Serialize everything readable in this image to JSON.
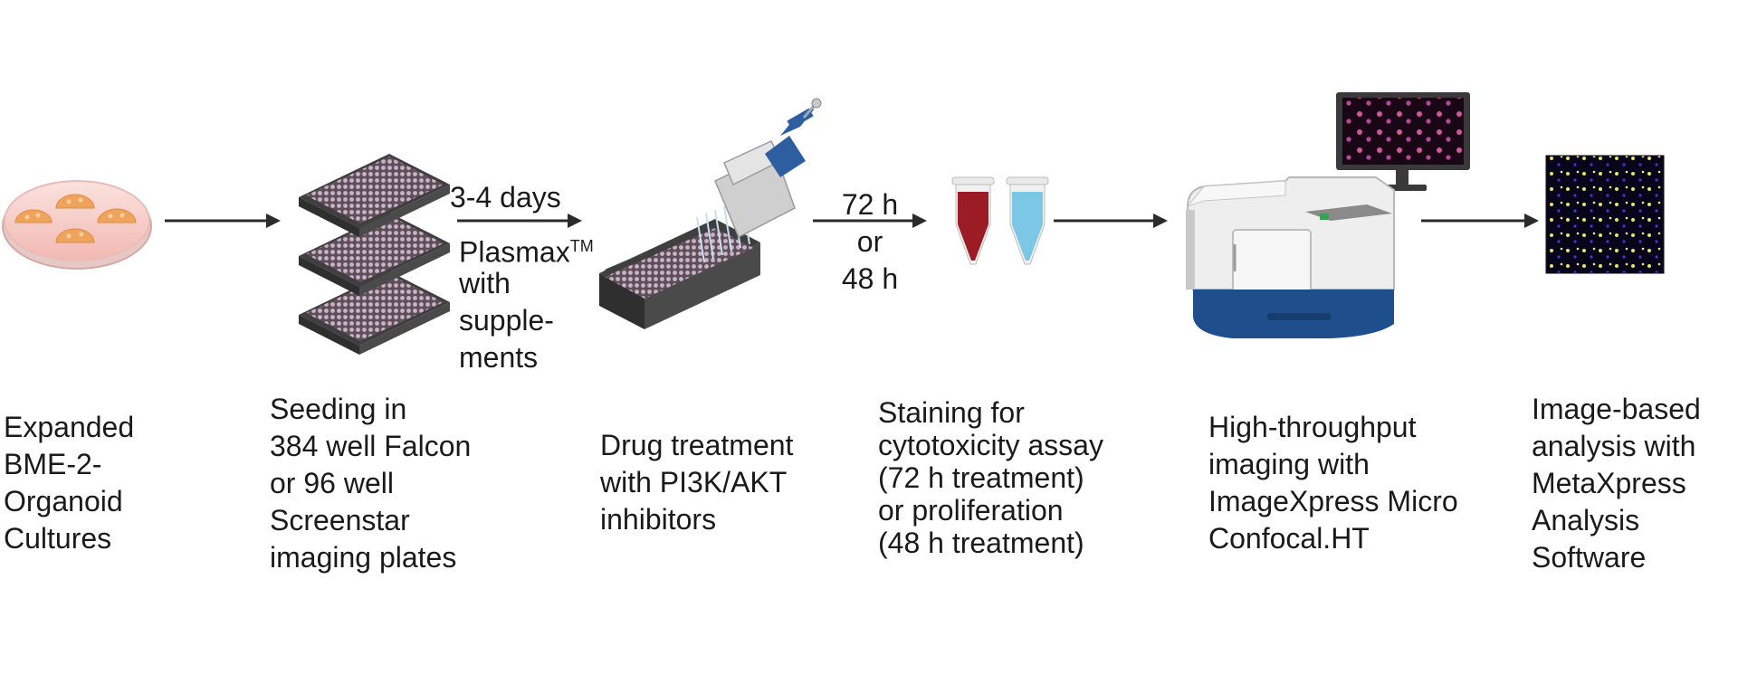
{
  "steps": [
    {
      "id": "expanded",
      "label": "Expanded\nBME-2-\nOrganoid\nCultures",
      "icon": "petri-dish-organoids-icon"
    },
    {
      "id": "seeding",
      "label": "Seeding in\n384 well Falcon\nor 96 well\nScreenstar\nimaging plates",
      "icon": "stacked-well-plates-icon"
    },
    {
      "id": "drug",
      "label": "Drug treatment\nwith PI3K/AKT\ninhibitors",
      "icon": "multichannel-pipette-plate-icon"
    },
    {
      "id": "staining",
      "label": "Staining for\ncytotoxicity assay\n(72 h treatment)\nor proliferation\n(48 h treatment)",
      "icon": "stain-tubes-icon"
    },
    {
      "id": "imaging",
      "label": "High-throughput\nimaging with\nImageXpress Micro\nConfocal.HT",
      "icon": "imaging-system-icon"
    },
    {
      "id": "analysis",
      "label": "Image-based\nanalysis with\nMetaXpress\nAnalysis\nSoftware",
      "icon": "analysis-image-icon"
    }
  ],
  "conditions": {
    "culture_duration": "3-4 days",
    "medium_name": "Plasmax",
    "medium_sup": "TM",
    "medium_rest": "with\nsupple-\nments",
    "treatment_time": "72 h\nor\n48 h"
  },
  "colors": {
    "arrow": "#2b2b2b",
    "plate_frame": "#3f3f3f",
    "plate_well": "#b9a3b4",
    "organoid": "#f0a35a",
    "dish_medium": "#f7c8c2",
    "tube_red": "#9c1c26",
    "tube_blue": "#7cc7e6",
    "pipette_blue": "#2d5fa0",
    "instrument_base": "#1f4e8c",
    "monitor_screen": "#2a0f25"
  }
}
